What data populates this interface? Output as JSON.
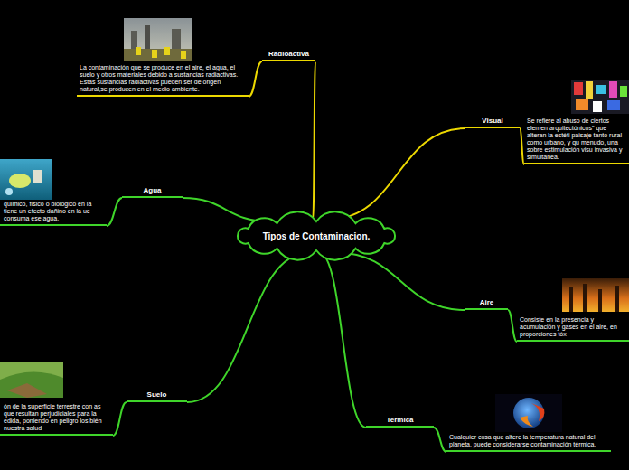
{
  "diagram": {
    "nodes": [
      {
        "text": [
          "Tipos de Contaminacion."
        ]
      },
      {
        "text": [
          "Radioactiva"
        ]
      },
      {
        "text": [
          "La contaminación que se produce en el aire, el agua, el suelo y otros materiales debido a sustancias radiactivas. Estas sustancias radiactivas pueden ser de origen natural,se producen en el medio ambiente."
        ]
      },
      {
        "text": [
          "Visual"
        ]
      },
      {
        "text": [
          "Se refiere al abuso de ciertos elemen arquitectónicos\" que alteran la estéti paisaje tanto rural como urbano, y qu menudo, una sobre estimulación visu invasiva y simultánea."
        ]
      },
      {
        "text": [
          "Agua"
        ]
      },
      {
        "text": [
          "químico, físico o biológico en la tiene un efecto dañino en la ue consuma ese agua."
        ]
      },
      {
        "text": [
          "Aire"
        ]
      },
      {
        "text": [
          "Consiste en la presencia y acumulación y gases en el aire, en proporciones tóx"
        ]
      },
      {
        "text": [
          "Suelo"
        ]
      },
      {
        "text": [
          "ón de la superficie terrestre con as que resultan perjudiciales para la edida, poniendo en peligro los bién nuestra salud"
        ]
      },
      {
        "text": [
          "Termica"
        ]
      },
      {
        "text": [
          "Cualquier cosa que altere la temperatura natural del planeta, puede considerarse contaminación térmica."
        ]
      }
    ],
    "edges": [
      {
        "from": 0,
        "to": 1,
        "arrow": "none"
      },
      {
        "from": 1,
        "to": 2,
        "arrow": "none"
      },
      {
        "from": 0,
        "to": 3,
        "arrow": "none"
      },
      {
        "from": 3,
        "to": 4,
        "arrow": "none"
      },
      {
        "from": 0,
        "to": 5,
        "arrow": "none"
      },
      {
        "from": 5,
        "to": 6,
        "arrow": "none"
      },
      {
        "from": 0,
        "to": 7,
        "arrow": "none"
      },
      {
        "from": 7,
        "to": 8,
        "arrow": "none"
      },
      {
        "from": 0,
        "to": 9,
        "arrow": "none"
      },
      {
        "from": 9,
        "to": 10,
        "arrow": "none"
      },
      {
        "from": 0,
        "to": 11,
        "arrow": "none"
      },
      {
        "from": 11,
        "to": 12,
        "arrow": "none"
      }
    ]
  }
}
